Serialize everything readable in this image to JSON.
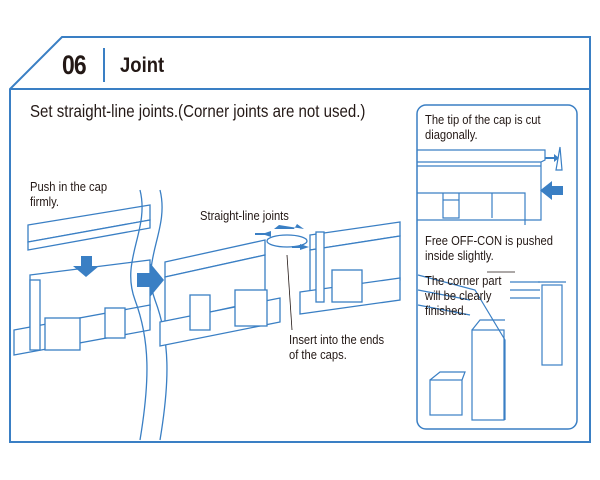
{
  "step": {
    "number": "06",
    "title": "Joint"
  },
  "instruction": "Set straight-line joints.(Corner joints are not used.)",
  "labels": {
    "push_cap": [
      "Push in the cap",
      "firmly."
    ],
    "straight_joints": "Straight-line joints",
    "insert_ends": [
      "Insert into the ends",
      "of the caps."
    ]
  },
  "detail_panel": {
    "tip_cut": [
      "The tip of the cap is cut",
      "diagonally."
    ],
    "off_con": [
      "Free OFF-CON is pushed",
      "inside slightly."
    ],
    "corner": [
      "The corner part",
      "will be clearly",
      "finished."
    ]
  },
  "colors": {
    "accent": "#3a7fc4",
    "text": "#231815"
  }
}
